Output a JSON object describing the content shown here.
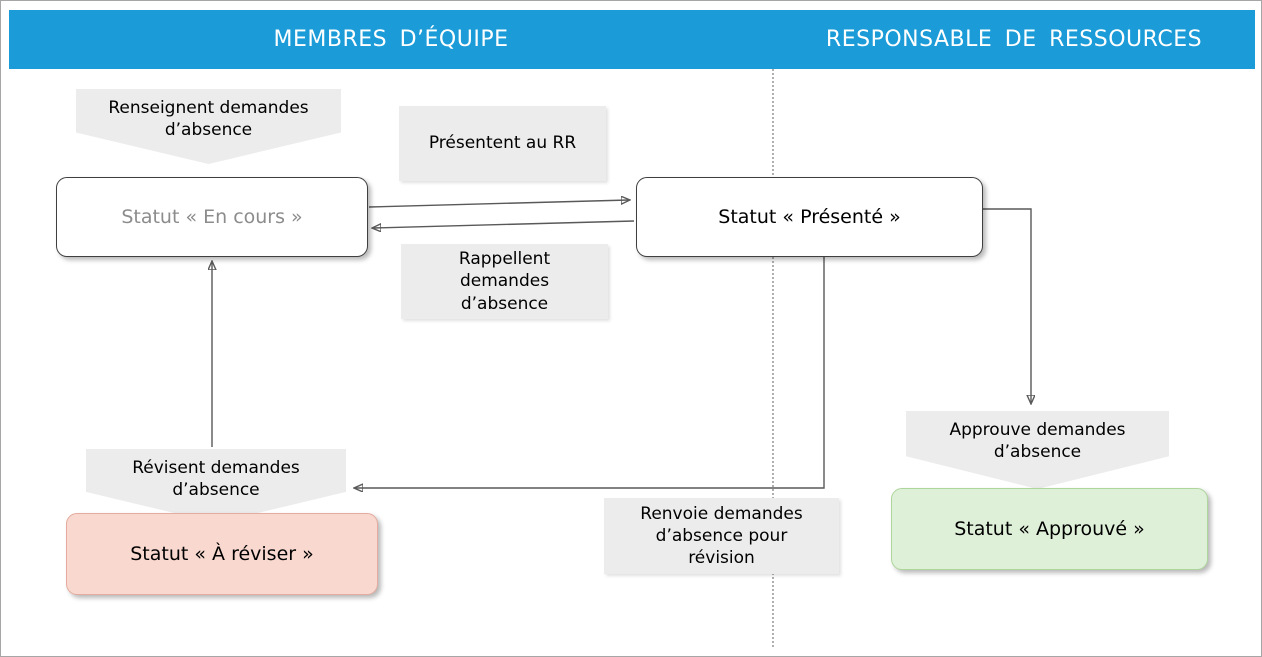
{
  "header": {
    "title_left": "MEMBRES D’ÉQUIPE",
    "title_right": "RESPONSABLE DE RESSOURCES"
  },
  "nodes": {
    "en_cours": "Statut « En cours »",
    "presente": "Statut « Présenté »",
    "a_reviser": "Statut « À réviser »",
    "approuve": "Statut « Approuvé »"
  },
  "actions": {
    "renseignent": "Renseignent demandes d’absence",
    "presentent": "Présentent au RR",
    "rappellent": "Rappellent demandes d’absence",
    "revisent": "Révisent demandes d’absence",
    "renvoie": "Renvoie demandes d’absence pour révision",
    "approuve_demandes": "Approuve demandes d’absence"
  },
  "edges": [
    {
      "from": "en_cours",
      "to": "presente",
      "label": "Présentent au RR"
    },
    {
      "from": "presente",
      "to": "en_cours",
      "label": "Rappellent demandes d’absence"
    },
    {
      "from": "presente",
      "to": "approuve",
      "label": "Approuve demandes d’absence"
    },
    {
      "from": "presente",
      "to": "a_reviser",
      "label": "Renvoie demandes d’absence pour révision"
    },
    {
      "from": "a_reviser",
      "to": "en_cours",
      "label": "Révisent demandes d’absence"
    }
  ],
  "colors": {
    "header_bg": "#1B9CD8",
    "header_text": "#FFFFFF",
    "action_bg": "#ECECEC",
    "node_border": "#3F3F3F",
    "en_cours_text": "#8C8C8C",
    "a_reviser_bg": "#F8D8CF",
    "approuve_bg": "#DFF0D8",
    "arrow": "#595959",
    "divider": "#B0B0B0"
  }
}
